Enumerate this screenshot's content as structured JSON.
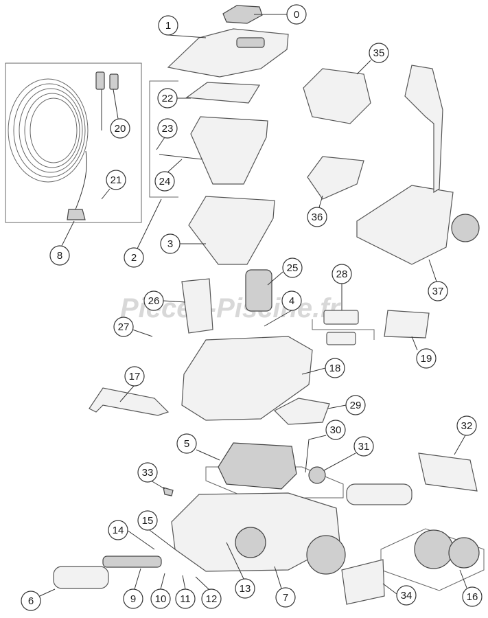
{
  "watermark": {
    "text": "Pieces-Piscine.fr"
  },
  "parts": [
    {
      "id": "part-0",
      "number": "0"
    },
    {
      "id": "part-1",
      "number": "1"
    },
    {
      "id": "part-2",
      "number": "2"
    },
    {
      "id": "part-3",
      "number": "3"
    },
    {
      "id": "part-4",
      "number": "4"
    },
    {
      "id": "part-5",
      "number": "5"
    },
    {
      "id": "part-6",
      "number": "6"
    },
    {
      "id": "part-7",
      "number": "7"
    },
    {
      "id": "part-8",
      "number": "8"
    },
    {
      "id": "part-9",
      "number": "9"
    },
    {
      "id": "part-10",
      "number": "10"
    },
    {
      "id": "part-11",
      "number": "11"
    },
    {
      "id": "part-12",
      "number": "12"
    },
    {
      "id": "part-13",
      "number": "13"
    },
    {
      "id": "part-14",
      "number": "14"
    },
    {
      "id": "part-15",
      "number": "15"
    },
    {
      "id": "part-16",
      "number": "16"
    },
    {
      "id": "part-17",
      "number": "17"
    },
    {
      "id": "part-18",
      "number": "18"
    },
    {
      "id": "part-19",
      "number": "19"
    },
    {
      "id": "part-20",
      "number": "20"
    },
    {
      "id": "part-21",
      "number": "21"
    },
    {
      "id": "part-22",
      "number": "22"
    },
    {
      "id": "part-23",
      "number": "23"
    },
    {
      "id": "part-24",
      "number": "24"
    },
    {
      "id": "part-25",
      "number": "25"
    },
    {
      "id": "part-26",
      "number": "26"
    },
    {
      "id": "part-27",
      "number": "27"
    },
    {
      "id": "part-28",
      "number": "28"
    },
    {
      "id": "part-29",
      "number": "29"
    },
    {
      "id": "part-30",
      "number": "30"
    },
    {
      "id": "part-31",
      "number": "31"
    },
    {
      "id": "part-32",
      "number": "32"
    },
    {
      "id": "part-33",
      "number": "33"
    },
    {
      "id": "part-34",
      "number": "34"
    },
    {
      "id": "part-35",
      "number": "35"
    },
    {
      "id": "part-36",
      "number": "36"
    },
    {
      "id": "part-37",
      "number": "37"
    }
  ]
}
